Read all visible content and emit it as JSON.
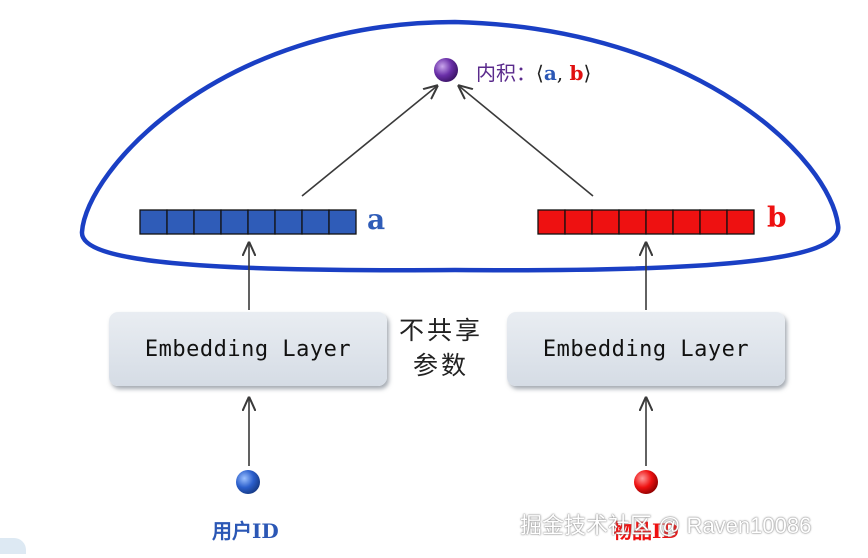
{
  "diagram": {
    "inner_product": {
      "prefix": "内积：",
      "open_bracket": "⟨",
      "a": "a",
      "comma": ",",
      "b": "b",
      "close_bracket": "⟩"
    },
    "vector_a": {
      "label": "a",
      "cells": 8,
      "color": "#2f5cb8"
    },
    "vector_b": {
      "label": "b",
      "cells": 8,
      "color": "#ee1111"
    },
    "left_embedding": {
      "label": "Embedding Layer"
    },
    "right_embedding": {
      "label": "Embedding Layer"
    },
    "share_note": {
      "line1": "不共享",
      "line2": "参数"
    },
    "left_input": {
      "label": "用户ID",
      "color": "#2b5fcc"
    },
    "right_input": {
      "label": "物品ID",
      "color": "#ee1111"
    },
    "ellipse_color": "#1a3fc4",
    "top_node_color": "#6a2fa8"
  },
  "watermark": {
    "text": "掘金技术社区 @ Raven10086"
  }
}
